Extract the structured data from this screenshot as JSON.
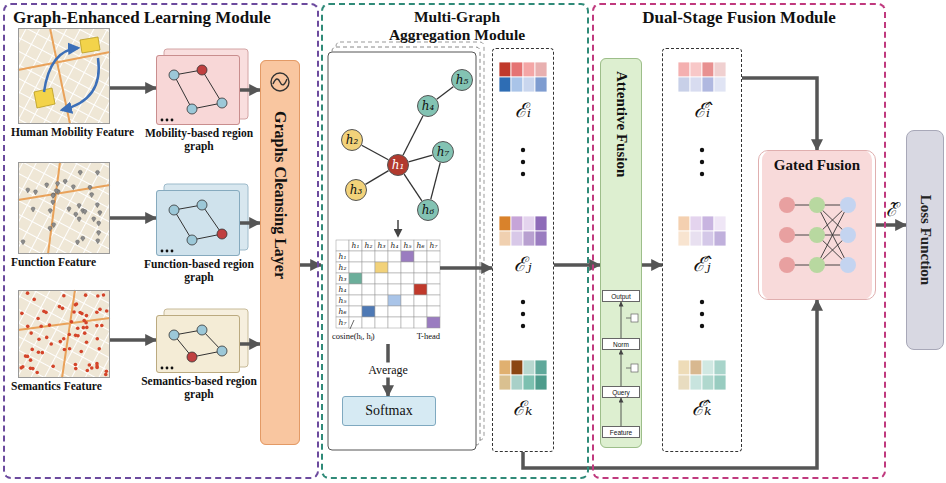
{
  "diagram": {
    "nodes": [
      {
        "text": [
          "Graph-Enhanced Learning Module"
        ]
      },
      {
        "text": [
          "Human Mobility Feature"
        ],
        "in": 0
      },
      {
        "text": [
          "Mobility-based region graph"
        ],
        "in": 0
      },
      {
        "text": [
          "Function Feature"
        ],
        "in": 0
      },
      {
        "text": [
          "Function-based region graph"
        ],
        "in": 0
      },
      {
        "text": [
          "Semantics Feature"
        ],
        "in": 0
      },
      {
        "text": [
          "Semantics-based region graph"
        ],
        "in": 0
      },
      {
        "text": [
          "Graphs Cleansing Layer"
        ],
        "in": 0
      },
      {
        "text": [
          "Multi-Graph Aggregation Module"
        ]
      },
      {
        "text": [
          "h₅"
        ],
        "in": 8
      },
      {
        "text": [
          "h₄"
        ],
        "in": 8
      },
      {
        "text": [
          "h₂"
        ],
        "in": 8
      },
      {
        "text": [
          "h₇"
        ],
        "in": 8
      },
      {
        "text": [
          "h₁"
        ],
        "in": 8
      },
      {
        "text": [
          "h₃"
        ],
        "in": 8
      },
      {
        "text": [
          "h₆"
        ],
        "in": 8
      },
      {
        "text": [
          "h₁",
          "h₂",
          "h₃",
          "h₄",
          "h₅",
          "h₆",
          "h₇",
          "h₁",
          "h₂",
          "h₃",
          "h₄",
          "h₅",
          "h₆",
          "h₇",
          "cosine(hᵢ, hⱼ)",
          "T-head"
        ],
        "in": 8
      },
      {
        "text": [
          "Softmax"
        ],
        "in": 8
      },
      {
        "text": [
          "ℰᵢ",
          "ℰⱼ",
          "ℰₖ"
        ],
        "in": 8
      },
      {
        "text": [
          "Dual-Stage Fusion Module"
        ]
      },
      {
        "text": [
          "Attentive Fusion"
        ],
        "in": 19
      },
      {
        "text": [
          "Output"
        ],
        "in": 20
      },
      {
        "text": [
          "Norm"
        ],
        "in": 20
      },
      {
        "text": [
          "Query"
        ],
        "in": 20
      },
      {
        "text": [
          "Feature"
        ],
        "in": 20
      },
      {
        "text": [
          "ℰ̂ᵢ",
          "ℰ̂ⱼ",
          "ℰ̂ₖ"
        ],
        "in": 19
      },
      {
        "text": [
          "Gated Fusion"
        ],
        "in": 19
      },
      {
        "text": [
          "Loss Function"
        ]
      }
    ],
    "edges": [
      {
        "from": 1,
        "to": 2,
        "arrow": "to"
      },
      {
        "from": 3,
        "to": 4,
        "arrow": "to"
      },
      {
        "from": 5,
        "to": 6,
        "arrow": "to"
      },
      {
        "from": 2,
        "to": 7,
        "arrow": "to"
      },
      {
        "from": 4,
        "to": 7,
        "arrow": "to"
      },
      {
        "from": 6,
        "to": 7,
        "arrow": "to"
      },
      {
        "from": 7,
        "to": 8,
        "arrow": "to"
      },
      {
        "from": 11,
        "to": 13,
        "arrow": "none"
      },
      {
        "from": 14,
        "to": 13,
        "arrow": "none"
      },
      {
        "from": 10,
        "to": 13,
        "arrow": "none"
      },
      {
        "from": 10,
        "to": 9,
        "arrow": "none"
      },
      {
        "from": 13,
        "to": 12,
        "arrow": "none"
      },
      {
        "from": 13,
        "to": 15,
        "arrow": "none"
      },
      {
        "from": 12,
        "to": 15,
        "arrow": "none"
      },
      {
        "from": 16,
        "to": 17,
        "label": "Average",
        "arrow": "to"
      },
      {
        "from": 16,
        "to": 18,
        "arrow": "to"
      },
      {
        "from": 18,
        "to": 20,
        "arrow": "to"
      },
      {
        "from": 24,
        "to": 23,
        "arrow": "to"
      },
      {
        "from": 23,
        "to": 22,
        "arrow": "to"
      },
      {
        "from": 22,
        "to": 21,
        "arrow": "to"
      },
      {
        "from": 20,
        "to": 25,
        "arrow": "to"
      },
      {
        "from": 25,
        "to": 26,
        "arrow": "to"
      },
      {
        "from": 18,
        "to": 26,
        "arrow": "to"
      },
      {
        "from": 26,
        "to": 27,
        "label": "ℰ̃",
        "arrow": "to"
      }
    ]
  }
}
